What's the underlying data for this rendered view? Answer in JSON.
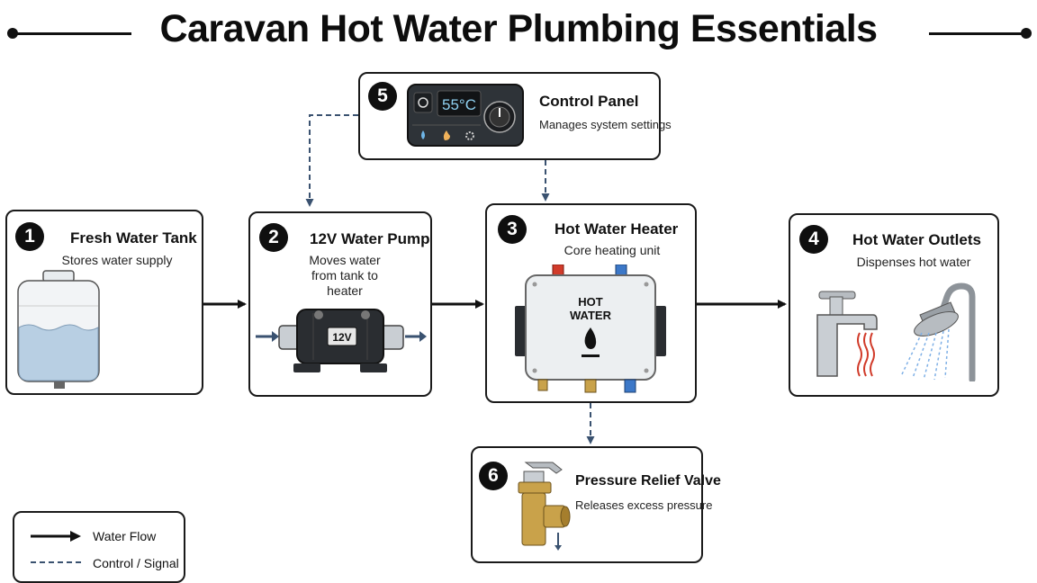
{
  "title": "Caravan Hot Water Plumbing Essentials",
  "components": {
    "tank": {
      "number": "1",
      "name": "Fresh Water Tank",
      "description": "Stores water supply"
    },
    "pump": {
      "number": "2",
      "name": "12V Water Pump",
      "description": "Moves water from tank to heater",
      "label": "12V"
    },
    "heater": {
      "number": "3",
      "name": "Hot Water Heater",
      "description": "Core heating unit",
      "label_line1": "HOT",
      "label_line2": "WATER"
    },
    "outlets": {
      "number": "4",
      "name": "Hot Water Outlets",
      "description": "Dispenses hot water"
    },
    "control": {
      "number": "5",
      "name": "Control Panel",
      "description": "Manages system settings",
      "display": "55°C"
    },
    "valve": {
      "number": "6",
      "name": "Pressure Relief Valve",
      "description": "Releases excess pressure"
    }
  },
  "legend": {
    "water_flow": "Water Flow",
    "control_signal": "Control / Signal"
  },
  "colors": {
    "signal": "#3a5270",
    "water": "#a9c0d8",
    "copper": "#c9a24a",
    "hot_red": "#d13b2a",
    "cold_blue": "#3c78c8"
  }
}
